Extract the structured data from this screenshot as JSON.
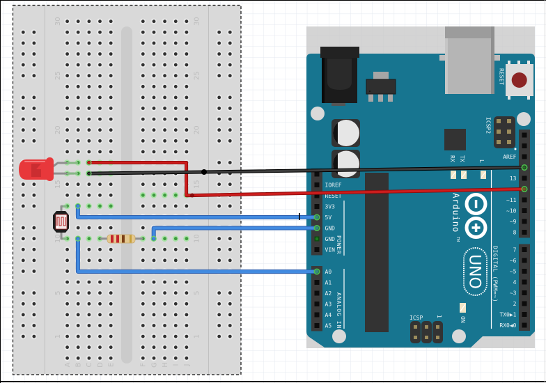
{
  "breadboard": {
    "row_max": 30,
    "row_count": 32,
    "row_labels": [
      "30",
      "25",
      "20",
      "15",
      "10",
      "5",
      "1"
    ],
    "columns": [
      "A",
      "B",
      "C",
      "D",
      "E",
      "F",
      "G",
      "H",
      "I",
      "J"
    ],
    "highlighted_holes": [
      {
        "row": 17,
        "cols": [
          "A",
          "B",
          "C",
          "D",
          "E"
        ]
      },
      {
        "row": 16,
        "cols": [
          "A",
          "B",
          "C",
          "D",
          "E"
        ]
      },
      {
        "row": 14,
        "cols": [
          "F",
          "G",
          "H",
          "I",
          "J"
        ]
      },
      {
        "row": 13,
        "cols": [
          "A",
          "B",
          "C",
          "D",
          "E"
        ]
      },
      {
        "row": 10,
        "cols": [
          "A",
          "B",
          "C",
          "D",
          "E",
          "F",
          "G",
          "H",
          "I",
          "J"
        ]
      }
    ],
    "colors": {
      "body": "#d9d9d9",
      "hole": "#303030",
      "hole_rim": "#e9e9e9",
      "connected_rim": "#a9e3a6",
      "connected_hole": "#3f9c3f",
      "label": "#bdbdbd"
    }
  },
  "components": {
    "led": {
      "color": "#e8383b",
      "shade": "#c52c30",
      "legs": [
        "B17",
        "B16"
      ]
    },
    "photoresistor": {
      "legs": [
        "A13",
        "A10"
      ],
      "element_color": "#b32424"
    },
    "resistor": {
      "legs": [
        "D10",
        "F10"
      ],
      "body_color": "#e4c890",
      "band_colors": [
        "#c3252d",
        "#c3252d",
        "#7b3f17",
        "#c6a03b"
      ]
    }
  },
  "wires": [
    {
      "id": "wire-red",
      "color": "#cc1d1d",
      "outline": "#8a0b0b",
      "from": "C17",
      "via": "J14",
      "to": {
        "header": "digital_high",
        "index": 5
      }
    },
    {
      "id": "wire-black",
      "color": "#3c3c3c",
      "outline": "#000000",
      "from": "C16",
      "to": {
        "header": "digital_high",
        "index": 3
      }
    },
    {
      "id": "wire-5v",
      "color": "#418ae0",
      "outline": "#2b5fb0",
      "from": "B13",
      "to": {
        "header": "power",
        "index": 4
      }
    },
    {
      "id": "wire-gnd",
      "color": "#418ae0",
      "outline": "#2b5fb0",
      "from": "G10",
      "to": {
        "header": "power",
        "index": 5
      }
    },
    {
      "id": "wire-a0",
      "color": "#418ae0",
      "outline": "#2b5fb0",
      "from": "B10",
      "to": {
        "header": "analog",
        "index": 0
      }
    }
  ],
  "arduino": {
    "board_color": "#177590",
    "brand": "Arduino",
    "trademark": "TM",
    "model": "UNO",
    "reset_label": "RESET",
    "icsp2_label": "ICSP2",
    "icsp_label": "ICSP",
    "icsp_pin1_label": "1",
    "on_label": "ON",
    "tx_label": "TX",
    "rx_label": "RX",
    "l_label": "L",
    "power_group_label": "POWER",
    "analog_group_label": "ANALOG IN",
    "digital_group_label": "DIGITAL (PWM=~)",
    "power_header": [
      "",
      "IOREF",
      "RESET",
      "3V3",
      "5V",
      "GND",
      "GND",
      "VIN"
    ],
    "analog_header": [
      "A0",
      "A1",
      "A2",
      "A3",
      "A4",
      "A5"
    ],
    "digital_header_high": [
      "",
      "",
      "AREF",
      "",
      "13",
      "",
      "~11",
      "~10",
      "~9",
      "8"
    ],
    "digital_header_low": [
      "7",
      "~6",
      "~5",
      "4",
      "~3",
      "2",
      "TX0▶1",
      "RX0◀0"
    ],
    "bus_pins": [
      {
        "header": "power",
        "index": 6
      }
    ],
    "reset_button_color": "#8c2525"
  }
}
